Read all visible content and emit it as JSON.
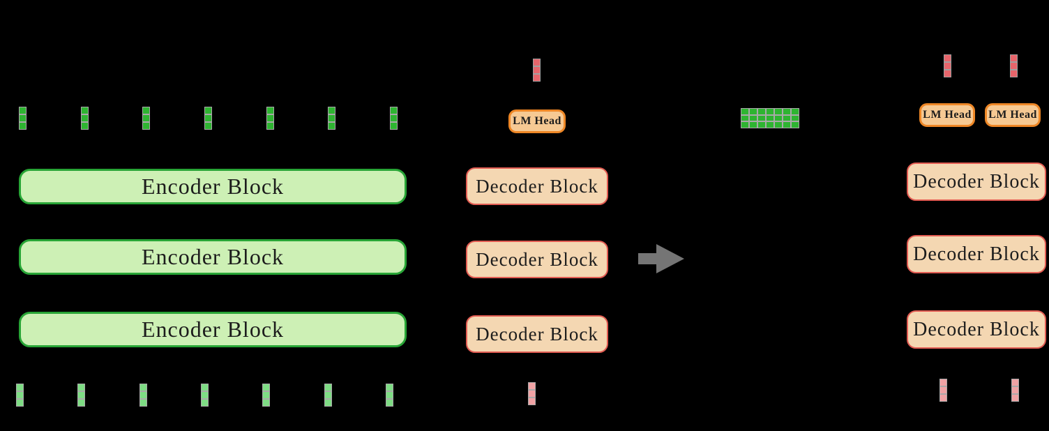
{
  "labels": {
    "encoder_blocks": [
      "Encoder Block",
      "Encoder Block",
      "Encoder Block"
    ],
    "middle_decoder_blocks": [
      "Decoder Block",
      "Decoder Block",
      "Decoder Block"
    ],
    "right_decoder_blocks": [
      "Decoder Block",
      "Decoder Block",
      "Decoder Block"
    ],
    "lm_head_middle": "LM Head",
    "lm_head_right_1": "LM Head",
    "lm_head_right_2": "LM Head"
  },
  "styles": {
    "background": "#000000",
    "encoder": {
      "bg": "#cdf0b5",
      "border": "#28a536"
    },
    "decoder": {
      "bg": "#f4d7b2",
      "border": "#e25b52"
    },
    "lm_head": {
      "bg": "#f6c993",
      "border": "#ee8726"
    },
    "arrow_color": "#757575",
    "text_color": "#1c1c1c"
  },
  "tokens": {
    "encoder_output_embeddings": {
      "columns": 7,
      "cells": 3,
      "fill": "#2eb431",
      "border": "#a9a9a9"
    },
    "encoder_input_tokens": {
      "columns": 7,
      "cells": 3,
      "fill": "#7edc84",
      "border": "#a9a9a9"
    },
    "decoder_predicted_token": {
      "columns": 1,
      "cells": 3,
      "fill": "#e7656b",
      "border": "#a0a0a0"
    },
    "decoder_input_token": {
      "columns": 1,
      "cells": 3,
      "fill": "#f0a2a4",
      "border": "#a9a9a9"
    },
    "packed_embeddings": {
      "columns": 7,
      "cells": 3,
      "fill": "#2eb431",
      "border": "#a9a9a9"
    }
  }
}
